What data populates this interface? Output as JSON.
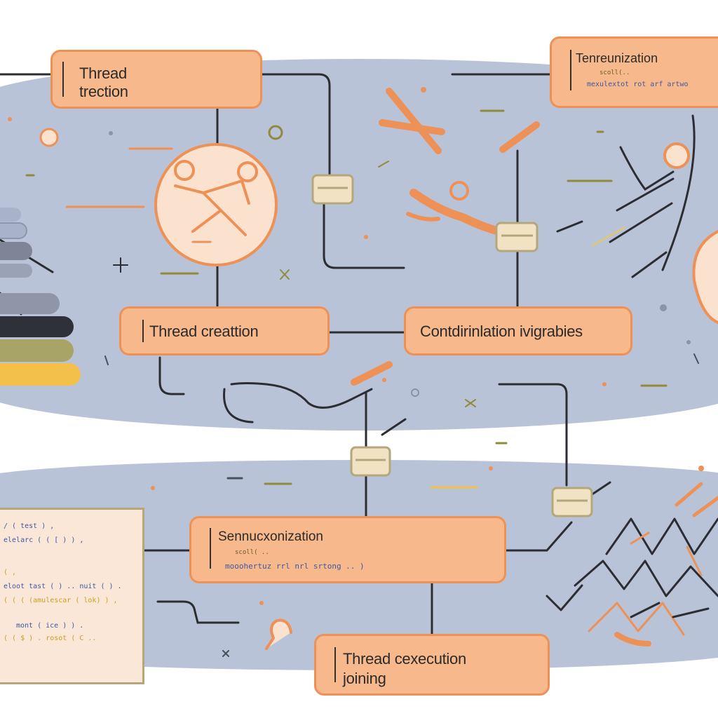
{
  "nodes": {
    "thread_traction": {
      "line1": "Thread",
      "line2": "trection"
    },
    "top_right": {
      "title": "Tenreunization",
      "code_small": "scoll(..",
      "code": "mexulextot rot arf artwo"
    },
    "thread_creation": {
      "title": "Thread creattion"
    },
    "conditional_vars": {
      "title": "Contdirinlation ivigrabies"
    },
    "synchronization": {
      "title": "Sennucxonization",
      "code_small": "scoll( ..",
      "code": "mooohertuz rrl nrl srtong .. )"
    },
    "thread_execution": {
      "line1": "Thread cexecution",
      "line2": "joining"
    }
  },
  "code_panel": {
    "lines": [
      {
        "text": "/ ( test ) ,",
        "color": "#3c58a8"
      },
      {
        "text": "elelarc ( ( [ ) ) ,",
        "color": "#3c58a8"
      },
      {
        "text": "( ,",
        "color": "#c9a020"
      },
      {
        "text": "eloot tast ( ) .. nuit ( ) .",
        "color": "#3c58a8"
      },
      {
        "text": "( ( ( (amulescar ( lok) ) ,",
        "color": "#c9a020"
      },
      {
        "text": "mont ( ice ) ) .",
        "color": "#3c58a8"
      },
      {
        "text": "( ( $ ) .   rosot ( C ..",
        "color": "#c9a020"
      }
    ]
  },
  "colors": {
    "band": "#b9c3d8",
    "node_fill": "#f7b98b",
    "node_border": "#ee9156",
    "connector": "#2b2d33",
    "accent_orange": "#ee9156",
    "accent_olive": "#8f8a3c"
  }
}
